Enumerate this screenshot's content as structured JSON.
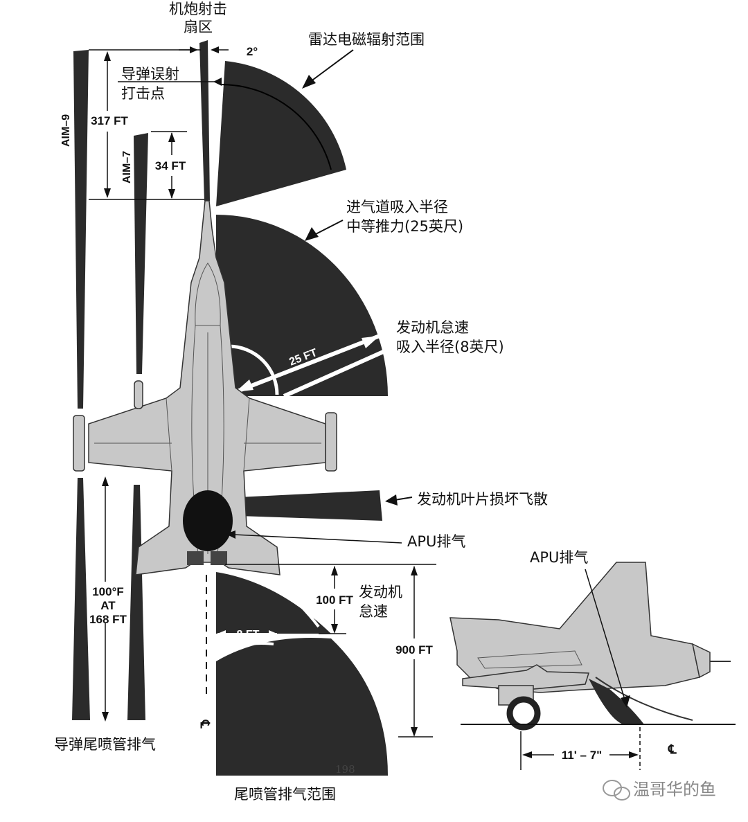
{
  "labels": {
    "gun_sector": [
      "机炮射击",
      "扇区"
    ],
    "gun_angle": "2°",
    "radar": "雷达电磁辐射范围",
    "missile_miss": [
      "导弹误射",
      "打击点"
    ],
    "aim9": "AIM–9",
    "aim7": "AIM–7",
    "dist_317": "317 FT",
    "dist_34": "34 FT",
    "intake_mil": [
      "进气道吸入半径",
      "中等推力(25英尺)"
    ],
    "dist_25": "25 FT",
    "intake_idle": [
      "发动机怠速",
      "吸入半径(8英尺)"
    ],
    "blade": "发动机叶片损坏飞散",
    "apu_top": "APU排气",
    "apu_side": "APU排气",
    "idle_engine": [
      "发动机",
      "怠速"
    ],
    "dist_100": "100 FT",
    "dist_8": "8 FT",
    "dist_900": "900 FT",
    "temp": [
      "100°F",
      "AT",
      "168 FT"
    ],
    "missile_exhaust": "导弹尾喷管排气",
    "exhaust_range": "尾喷管排气范围",
    "dist_11_7": "11' – 7\"",
    "centerline_1": "℄",
    "centerline_2": "℄",
    "page_number": "198",
    "watermark": "温哥华的鱼"
  },
  "colors": {
    "hazard_zone": "#2b2b2b",
    "aircraft": "#c8c8c8"
  }
}
